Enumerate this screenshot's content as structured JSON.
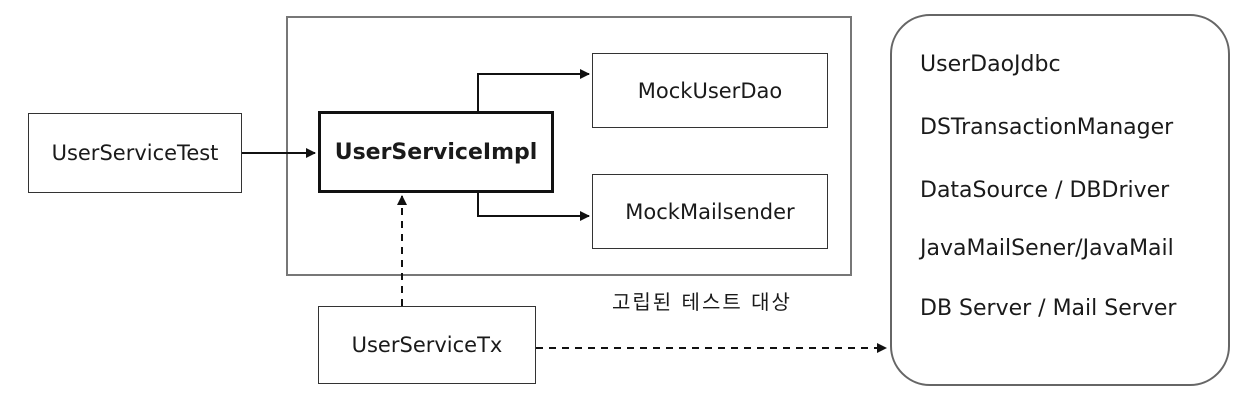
{
  "nodes": {
    "user_service_test": "UserServiceTest",
    "user_service_impl": "UserServiceImpl",
    "mock_user_dao": "MockUserDao",
    "mock_mail_sender": "MockMailsender",
    "user_service_tx": "UserServiceTx"
  },
  "isolated_label": "고립된 테스트 대상",
  "external_dependencies": [
    "UserDaoJdbc",
    "DSTransactionManager",
    "DataSource / DBDriver",
    "JavaMailSener/JavaMail",
    "DB Server / Mail Server"
  ]
}
